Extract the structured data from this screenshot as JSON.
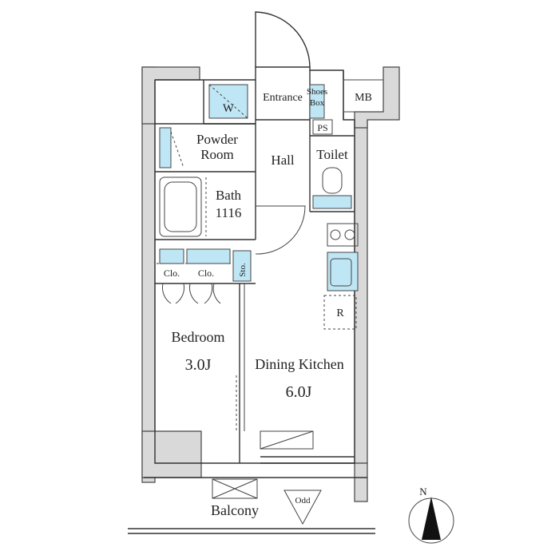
{
  "rooms": {
    "entrance": "Entrance",
    "shoes_box_1": "Shoes",
    "shoes_box_2": "Box",
    "mb": "MB",
    "ps": "PS",
    "w": "W",
    "powder_1": "Powder",
    "powder_2": "Room",
    "hall": "Hall",
    "toilet": "Toilet",
    "bath_1": "Bath",
    "bath_2": "1116",
    "clo_1": "Clo.",
    "clo_2": "Clo.",
    "sto": "Sto.",
    "r": "R",
    "bedroom": "Bedroom",
    "bedroom_size": "3.0J",
    "dining_kitchen": "Dining Kitchen",
    "dk_size": "6.0J",
    "balcony": "Balcony",
    "odd": "Odd"
  },
  "compass": {
    "north": "N"
  },
  "colors": {
    "fixture_blue": "#bfe6f5",
    "wall_gray": "#d9d9d9"
  }
}
